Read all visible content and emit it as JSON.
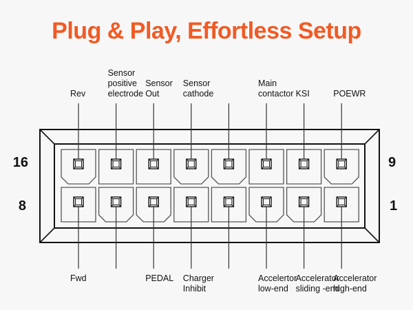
{
  "title": "Plug & Play, Effortless Setup",
  "colors": {
    "title": "#f15a24",
    "line": "#111111",
    "cell": "#555555",
    "background": "#f7f7f7"
  },
  "pin_numbers": {
    "top_left": "16",
    "top_right": "9",
    "bottom_left": "8",
    "bottom_right": "1"
  },
  "top_row": [
    {
      "label": [
        "Rev"
      ],
      "shape": "chamfer-bottom"
    },
    {
      "label": [
        "Sensor",
        "positive",
        "electrode"
      ],
      "shape": "square"
    },
    {
      "label": [
        "Sensor",
        "Out"
      ],
      "shape": "square"
    },
    {
      "label": [
        "Sensor",
        "cathode"
      ],
      "shape": "chamfer-bottom"
    },
    {
      "label": [],
      "shape": "chamfer-bottom"
    },
    {
      "label": [
        "Main",
        "contactor"
      ],
      "shape": "square"
    },
    {
      "label": [
        "KSI"
      ],
      "shape": "square"
    },
    {
      "label": [
        "POEWR"
      ],
      "shape": "chamfer-bottom"
    }
  ],
  "bottom_row": [
    {
      "label": [
        "Fwd"
      ],
      "shape": "square"
    },
    {
      "label": [],
      "shape": "chamfer-bottom"
    },
    {
      "label": [
        "PEDAL"
      ],
      "shape": "chamfer-bottom"
    },
    {
      "label": [
        "Charger",
        "Inhibit"
      ],
      "shape": "square"
    },
    {
      "label": [],
      "shape": "square"
    },
    {
      "label": [
        "Accelertor",
        "low-end"
      ],
      "shape": "chamfer-bottom"
    },
    {
      "label": [
        "Accelerator",
        "sliding -end"
      ],
      "shape": "chamfer-bottom"
    },
    {
      "label": [
        "Accelerator",
        "high-end"
      ],
      "shape": "square"
    }
  ]
}
